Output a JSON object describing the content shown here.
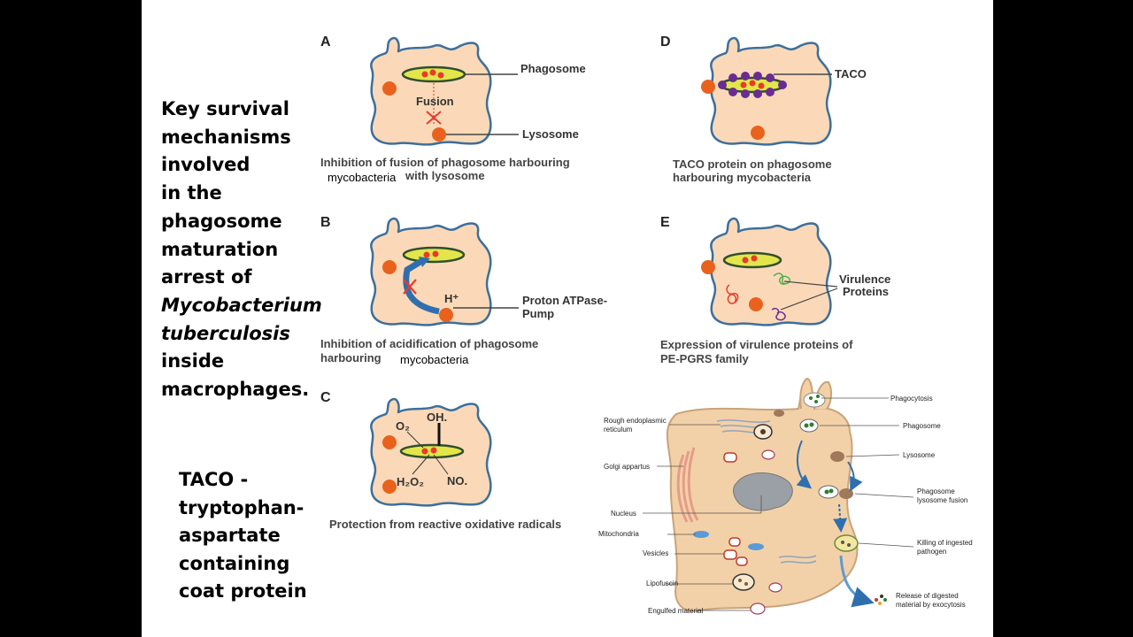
{
  "side_title": {
    "line1": "Key survival",
    "line2": "mechanisms",
    "line3": "involved",
    "line4": "in the",
    "line5": "phagosome",
    "line6": "maturation",
    "line7": "arrest of",
    "line8": "Mycobacterium",
    "line9": "tuberculosis",
    "line10": "inside",
    "line11": "macrophages."
  },
  "taco_definition": {
    "line1": "TACO -",
    "line2": "tryptophan-",
    "line3": "aspartate",
    "line4": "containing",
    "line5": "coat protein"
  },
  "panel_a": {
    "letter": "A",
    "label_phagosome": "Phagosome",
    "label_fusion": "Fusion",
    "label_lysosome": "Lysosome",
    "caption_line1": "Inhibition of fusion of phagosome harbouring",
    "caption_line2": "with lysosome",
    "overlay": "mycobacteria"
  },
  "panel_b": {
    "letter": "B",
    "label_hplus": "H⁺",
    "label_pump_line1": "Proton ATPase-",
    "label_pump_line2": "Pump",
    "caption_line1": "Inhibition of acidification of phagosome",
    "caption_line2": "harbouring",
    "overlay": "mycobacteria"
  },
  "panel_c": {
    "letter": "C",
    "label_o2": "O₂",
    "label_oh": "OH.",
    "label_h2o2": "H₂O₂",
    "label_no": "NO.",
    "caption": "Protection from reactive oxidative radicals"
  },
  "panel_d": {
    "letter": "D",
    "label_taco": "TACO",
    "caption_line1": "TACO protein on phagosome",
    "caption_line2": "harbouring mycobacteria"
  },
  "panel_e": {
    "letter": "E",
    "label_virulence_line1": "Virulence",
    "label_virulence_line2": "Proteins",
    "caption_line1": "Expression of virulence proteins of",
    "caption_line2": "PE-PGRS family"
  },
  "macrophage": {
    "phagocytosis": "Phagocytosis",
    "phagosome": "Phagosome",
    "lysosome": "Lysosome",
    "fusion_line1": "Phagosome",
    "fusion_line2": "lysosome fusion",
    "killing_line1": "Killing of ingested",
    "killing_line2": "pathogen",
    "release_line1": "Release of digested",
    "release_line2": "material by exocytosis",
    "rer_line1": "Rough endoplasmic",
    "rer_line2": "reticulum",
    "golgi": "Golgi appartus",
    "nucleus": "Nucleus",
    "mitochondria": "Mitochondria",
    "vesicles": "Vesicles",
    "lipofuscin": "Lipofuscin",
    "engulfed": "Engulfed material"
  },
  "colors": {
    "slide_background": "#ffffff",
    "outer_background": "#000000",
    "cell_fill": "#fbd9b8",
    "cell_outline": "#3c6f9c",
    "lysosome": "#e8621e",
    "phagosome_fill": "#e3e64a",
    "bacteria": "#e83b2c",
    "taco": "#6a2c91",
    "macrophage_fill": "#f3d1a8",
    "arrow_blue": "#2f6fae"
  }
}
